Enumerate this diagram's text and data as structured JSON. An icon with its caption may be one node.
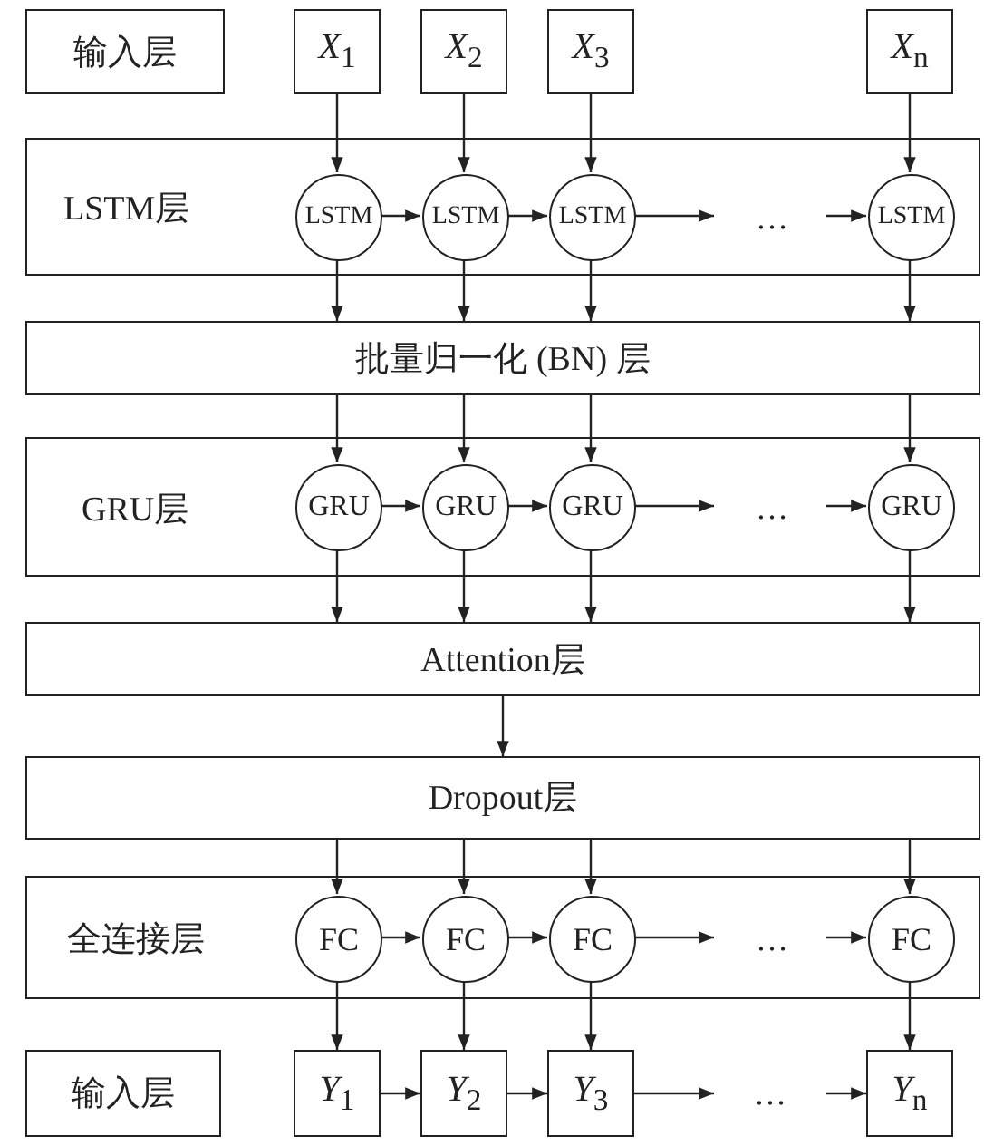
{
  "diagram": {
    "nodes": [
      {
        "text": [
          "输入层"
        ]
      },
      {
        "text": [
          "*X*$_{1}$"
        ]
      },
      {
        "text": [
          "*X*$_{2}$"
        ]
      },
      {
        "text": [
          "*X*$_{3}$"
        ]
      },
      {
        "text": [
          "*X*$_{n}$"
        ]
      },
      {
        "text": [
          "LSTM层"
        ]
      },
      {
        "text": [
          "LSTM"
        ],
        "in": 5
      },
      {
        "text": [
          "LSTM"
        ],
        "in": 5
      },
      {
        "text": [
          "LSTM"
        ],
        "in": 5
      },
      {
        "text": [
          "…"
        ],
        "in": 5
      },
      {
        "text": [
          "LSTM"
        ],
        "in": 5
      },
      {
        "text": [
          "批量归一化 (BN) 层"
        ]
      },
      {
        "text": [
          "GRU层"
        ]
      },
      {
        "text": [
          "GRU"
        ],
        "in": 12
      },
      {
        "text": [
          "GRU"
        ],
        "in": 12
      },
      {
        "text": [
          "GRU"
        ],
        "in": 12
      },
      {
        "text": [
          "…"
        ],
        "in": 12
      },
      {
        "text": [
          "GRU"
        ],
        "in": 12
      },
      {
        "text": [
          "Attention层"
        ]
      },
      {
        "text": [
          "Dropout层"
        ]
      },
      {
        "text": [
          "全连接层"
        ]
      },
      {
        "text": [
          "FC"
        ],
        "in": 20
      },
      {
        "text": [
          "FC"
        ],
        "in": 20
      },
      {
        "text": [
          "FC"
        ],
        "in": 20
      },
      {
        "text": [
          "…"
        ],
        "in": 20
      },
      {
        "text": [
          "FC"
        ],
        "in": 20
      },
      {
        "text": [
          "输入层"
        ]
      },
      {
        "text": [
          "*Y*$_{1}$"
        ]
      },
      {
        "text": [
          "*Y*$_{2}$"
        ]
      },
      {
        "text": [
          "*Y*$_{3}$"
        ]
      },
      {
        "text": [
          "…"
        ]
      },
      {
        "text": [
          "*Y*$_{n}$"
        ]
      }
    ],
    "edges": [
      {
        "from": 1,
        "to": 6,
        "arrow": "to"
      },
      {
        "from": 2,
        "to": 7,
        "arrow": "to"
      },
      {
        "from": 3,
        "to": 8,
        "arrow": "to"
      },
      {
        "from": 4,
        "to": 10,
        "arrow": "to"
      },
      {
        "from": 6,
        "to": 7,
        "arrow": "to"
      },
      {
        "from": 7,
        "to": 8,
        "arrow": "to"
      },
      {
        "from": 8,
        "to": 9,
        "arrow": "to"
      },
      {
        "from": 9,
        "to": 10,
        "arrow": "to"
      },
      {
        "from": 6,
        "to": 11,
        "arrow": "to"
      },
      {
        "from": 7,
        "to": 11,
        "arrow": "to"
      },
      {
        "from": 8,
        "to": 11,
        "arrow": "to"
      },
      {
        "from": 10,
        "to": 11,
        "arrow": "to"
      },
      {
        "from": 11,
        "to": 13,
        "arrow": "to"
      },
      {
        "from": 11,
        "to": 14,
        "arrow": "to"
      },
      {
        "from": 11,
        "to": 15,
        "arrow": "to"
      },
      {
        "from": 11,
        "to": 17,
        "arrow": "to"
      },
      {
        "from": 13,
        "to": 14,
        "arrow": "to"
      },
      {
        "from": 14,
        "to": 15,
        "arrow": "to"
      },
      {
        "from": 15,
        "to": 16,
        "arrow": "to"
      },
      {
        "from": 16,
        "to": 17,
        "arrow": "to"
      },
      {
        "from": 13,
        "to": 18,
        "arrow": "to"
      },
      {
        "from": 14,
        "to": 18,
        "arrow": "to"
      },
      {
        "from": 15,
        "to": 18,
        "arrow": "to"
      },
      {
        "from": 17,
        "to": 18,
        "arrow": "to"
      },
      {
        "from": 18,
        "to": 19,
        "arrow": "to"
      },
      {
        "from": 19,
        "to": 21,
        "arrow": "to"
      },
      {
        "from": 19,
        "to": 22,
        "arrow": "to"
      },
      {
        "from": 19,
        "to": 23,
        "arrow": "to"
      },
      {
        "from": 19,
        "to": 25,
        "arrow": "to"
      },
      {
        "from": 21,
        "to": 22,
        "arrow": "to"
      },
      {
        "from": 22,
        "to": 23,
        "arrow": "to"
      },
      {
        "from": 23,
        "to": 24,
        "arrow": "to"
      },
      {
        "from": 24,
        "to": 25,
        "arrow": "to"
      },
      {
        "from": 21,
        "to": 27,
        "arrow": "to"
      },
      {
        "from": 22,
        "to": 28,
        "arrow": "to"
      },
      {
        "from": 23,
        "to": 29,
        "arrow": "to"
      },
      {
        "from": 25,
        "to": 31,
        "arrow": "to"
      },
      {
        "from": 27,
        "to": 28,
        "arrow": "to"
      },
      {
        "from": 28,
        "to": 29,
        "arrow": "to"
      },
      {
        "from": 29,
        "to": 30,
        "arrow": "to"
      },
      {
        "from": 30,
        "to": 31,
        "arrow": "to"
      }
    ]
  }
}
